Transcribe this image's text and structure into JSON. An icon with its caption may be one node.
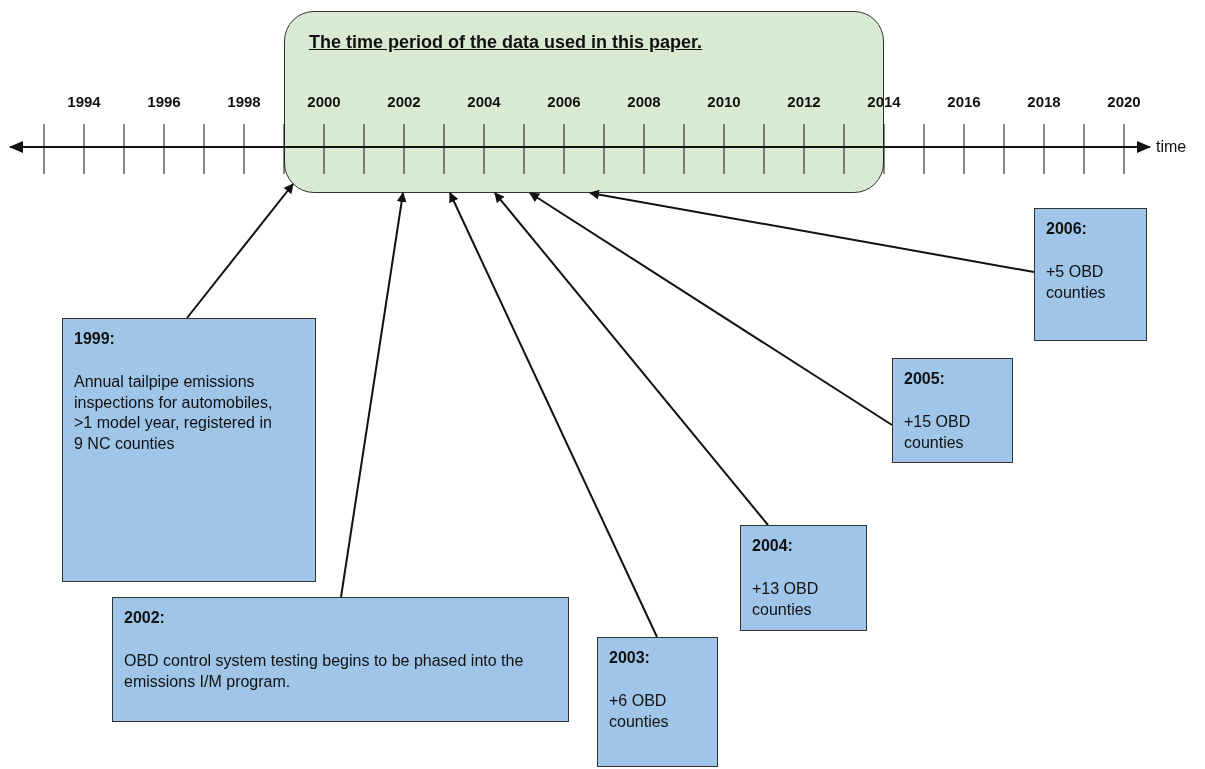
{
  "diagram": {
    "nodes": [
      {
        "text": [
          "The time period of the data used in this paper."
        ]
      },
      {
        "text": [
          "1999:",
          "Annual tailpipe emissions inspections for automobiles, >1 model year, registered in 9 NC counties"
        ]
      },
      {
        "text": [
          "2002:",
          "OBD control system testing begins to be phased into the emissions I/M program."
        ]
      },
      {
        "text": [
          "2003:",
          "+6 OBD counties"
        ]
      },
      {
        "text": [
          "2004:",
          "+13 OBD counties"
        ]
      },
      {
        "text": [
          "2005:",
          "+15 OBD counties"
        ]
      },
      {
        "text": [
          "2006:",
          "+5 OBD counties"
        ]
      }
    ],
    "edges": [
      {
        "from": 1,
        "to": 0,
        "arrow": "to"
      },
      {
        "from": 2,
        "to": 0,
        "arrow": "to"
      },
      {
        "from": 3,
        "to": 0,
        "arrow": "to"
      },
      {
        "from": 4,
        "to": 0,
        "arrow": "to"
      },
      {
        "from": 5,
        "to": 0,
        "arrow": "to"
      },
      {
        "from": 6,
        "to": 0,
        "arrow": "to"
      }
    ],
    "labels": [
      "1994",
      "1996",
      "1998",
      "2000",
      "2002",
      "2004",
      "2006",
      "2008",
      "2010",
      "2012",
      "2014",
      "2016",
      "2018",
      "2020",
      "time"
    ]
  }
}
